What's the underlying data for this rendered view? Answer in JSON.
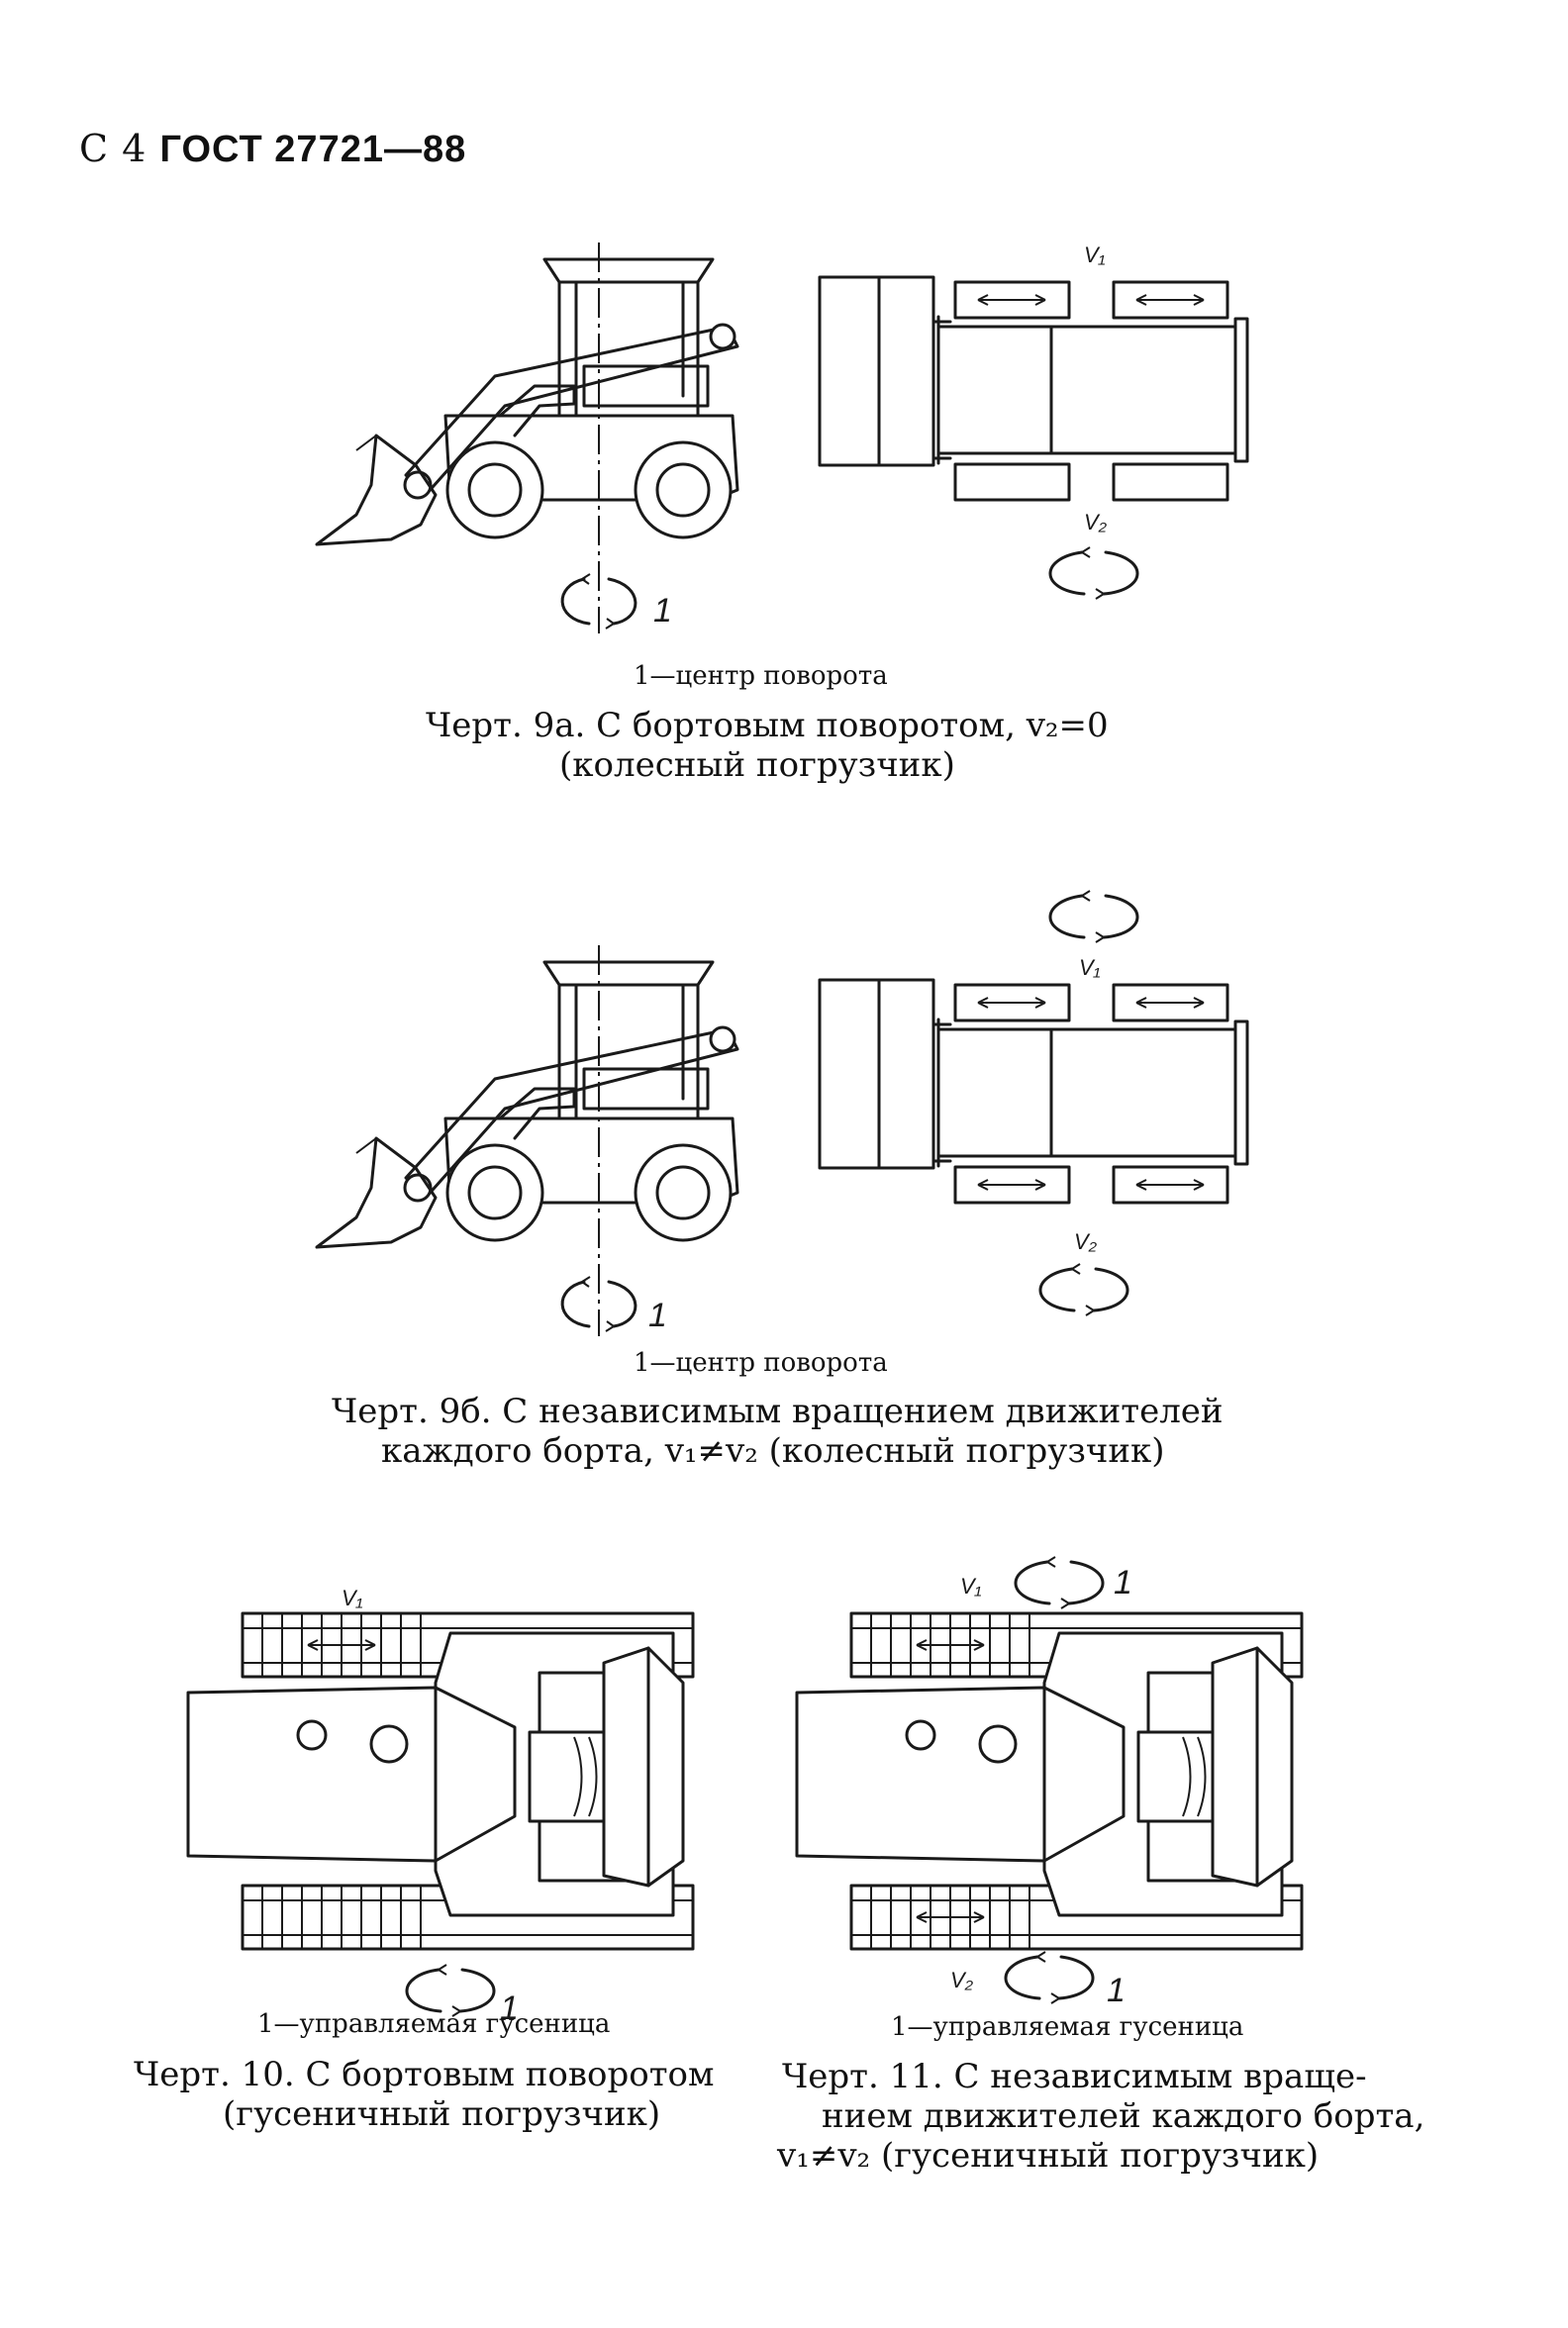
{
  "header": {
    "prefix": "С 4",
    "code": "ГОСТ 27721—88"
  },
  "figures": {
    "fig9a": {
      "legend": "1—центр поворота",
      "caption_line1": "Черт. 9а. С бортовым поворотом, v₂=0",
      "caption_line2": "(колесный погрузчик)"
    },
    "fig9b": {
      "legend": "1—центр поворота",
      "caption_line1": "Черт. 9б. С независимым вращением движителей",
      "caption_line2": "каждого борта, v₁≠v₂ (колесный погрузчик)"
    },
    "fig10": {
      "legend": "1—управляемая гусеница",
      "caption_line1": "Черт. 10. С бортовым поворотом",
      "caption_line2": "(гусеничный погрузчик)"
    },
    "fig11": {
      "legend": "1—управляемая гусеница",
      "caption_line1": "Черт. 11. С независимым враще-",
      "caption_line2": "нием движителей каждого борта,",
      "caption_line3": "v₁≠v₂ (гусеничный погрузчик)"
    }
  },
  "diagram_labels": {
    "v1": "V₁",
    "v2": "V₂",
    "one": "1"
  }
}
